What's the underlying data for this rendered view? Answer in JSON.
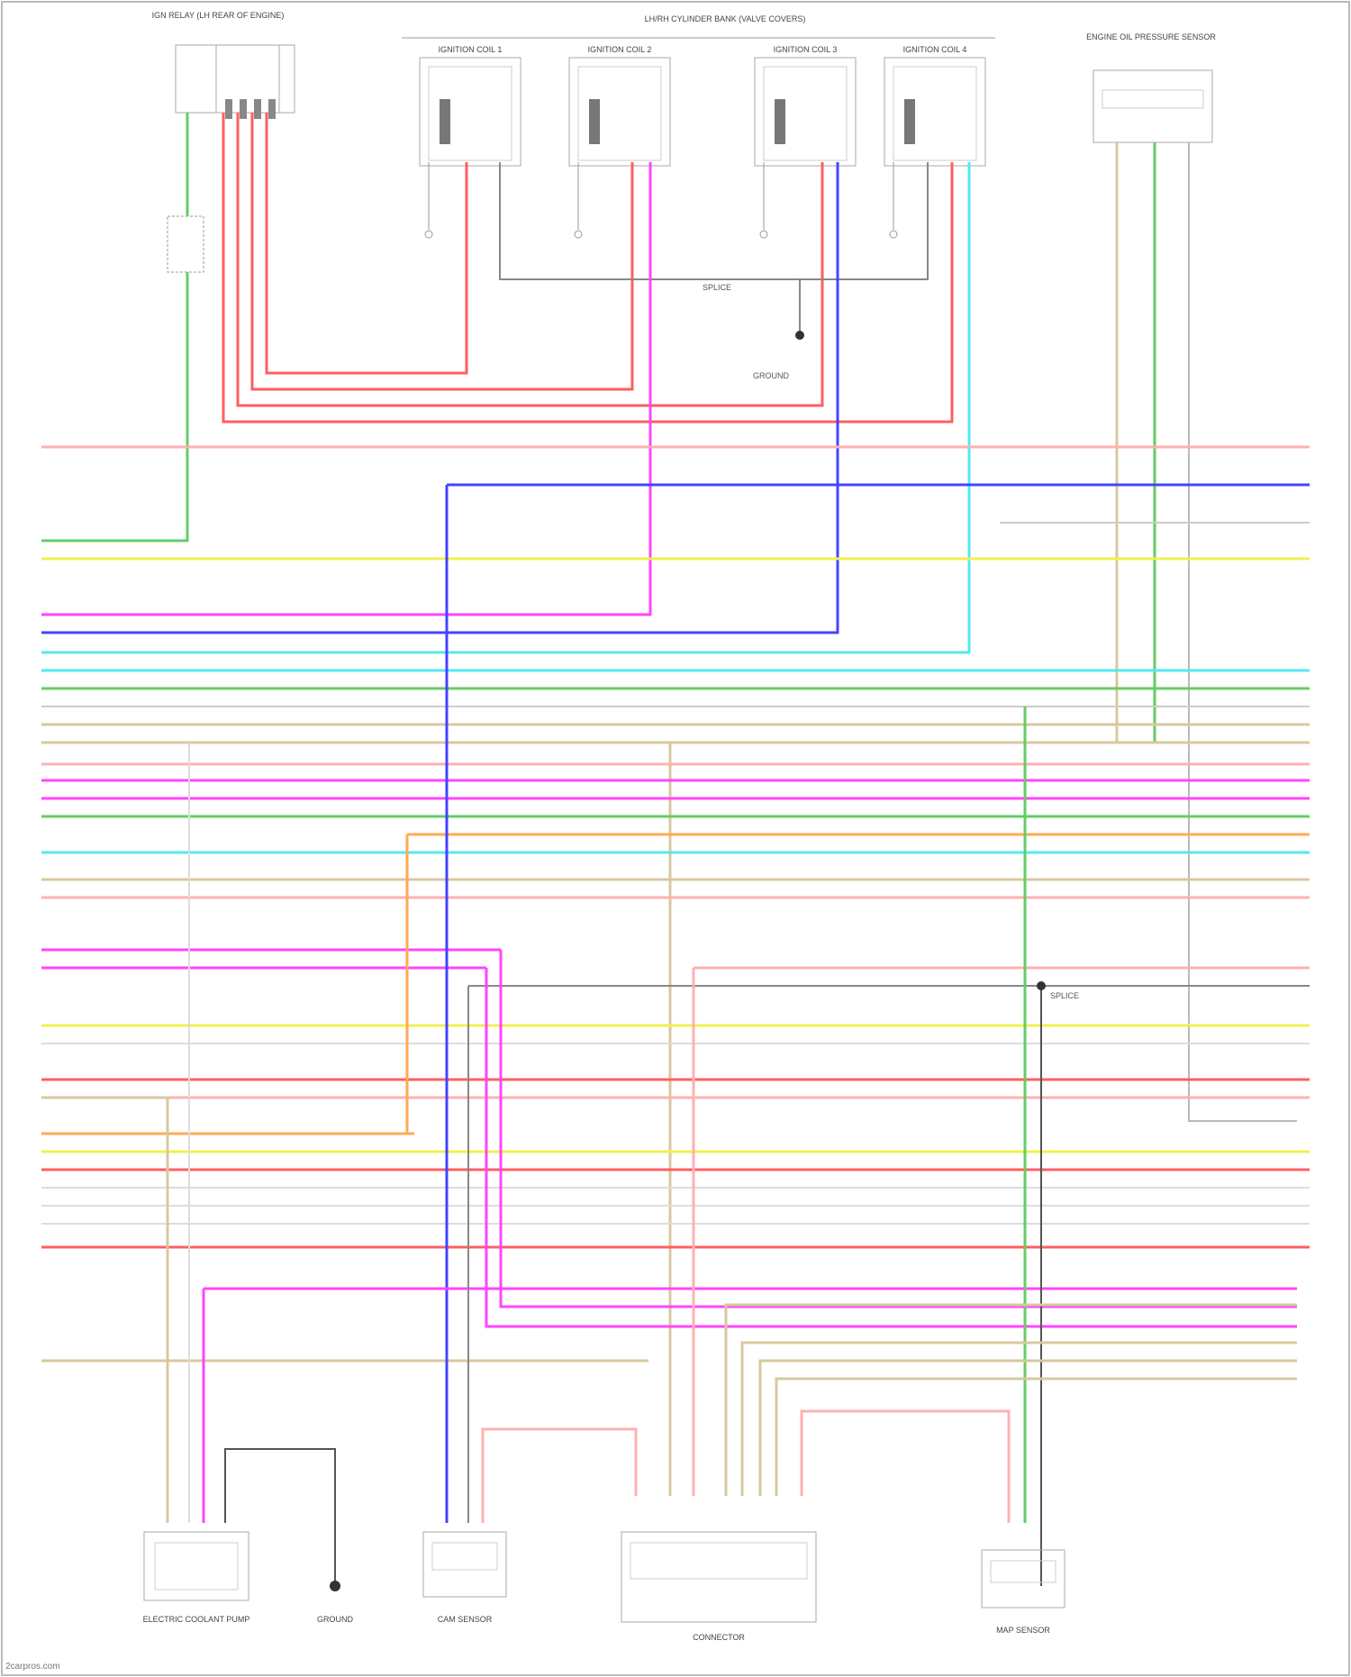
{
  "diagram": {
    "credit": "2carpros.com",
    "titles": {
      "ign_relay": "IGN RELAY (LH REAR OF ENGINE)",
      "coil_group": "LH/RH CYLINDER BANK (VALVE COVERS)",
      "coil1": "IGNITION COIL 1",
      "coil2": "IGNITION COIL 2",
      "coil3": "IGNITION COIL 3",
      "coil4": "IGNITION COIL 4",
      "oil_sensor": "ENGINE OIL PRESSURE SENSOR",
      "splice_top": "SPLICE",
      "ground_top": "GROUND",
      "splice_mid": "SPLICE",
      "electric_pump": "ELECTRIC COOLANT PUMP",
      "left_ground": "GROUND",
      "cam_sensor": "CAM SENSOR",
      "center_conn": "CONNECTOR",
      "map_sensor": "MAP SENSOR"
    },
    "colors": {
      "red": "#ff5f5f",
      "pink": "#ffb0b0",
      "green": "#66cc66",
      "yellow": "#f0f050",
      "magenta": "#ff44ff",
      "blue": "#4444ff",
      "cyan": "#55e8f0",
      "tan": "#d8c8a0",
      "orange": "#ffaa55",
      "gray": "#888888",
      "black": "#333333"
    }
  }
}
